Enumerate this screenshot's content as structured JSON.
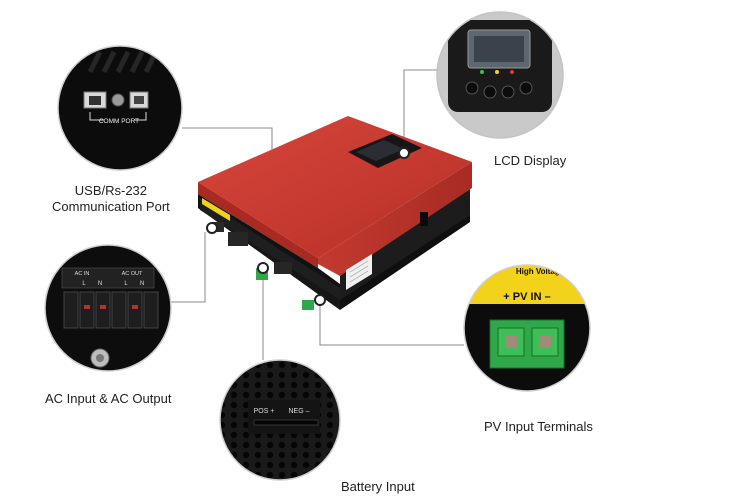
{
  "labels": {
    "usb_line1": "USB/Rs-232",
    "usb_line2": "Communication Port",
    "lcd": "LCD Display",
    "ac": "AC Input & AC Output",
    "pv": "PV Input Terminals",
    "battery": "Battery Input"
  },
  "device_markings": {
    "comm_port": "COMM PORT",
    "ac_in": "AC IN",
    "ac_out": "AC OUT",
    "pin_l": "L",
    "pin_n": "N",
    "pv_in": "+ PV IN –",
    "pos": "POS +",
    "neg": "NEG –",
    "high_voltage": "High Voltage"
  },
  "colors": {
    "casing_red": "#c8382f",
    "casing_black": "#151515",
    "terminal_green": "#2fa84a",
    "warning_yellow": "#f2d21b",
    "leader_line": "#8a8a8a"
  }
}
